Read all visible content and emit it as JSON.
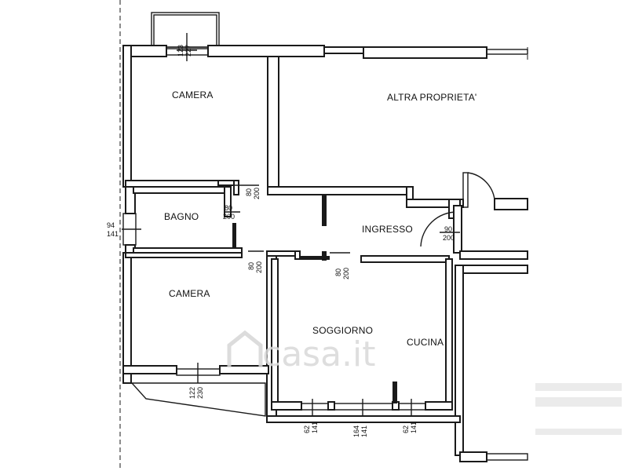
{
  "rooms": {
    "camera_top": "CAMERA",
    "altra_proprieta": "ALTRA PROPRIETA'",
    "bagno": "BAGNO",
    "ingresso": "INGRESSO",
    "camera_bottom": "CAMERA",
    "soggiorno": "SOGGIORNO",
    "cucina": "CUCINA"
  },
  "dimensions": {
    "top_window": [
      "123",
      "227"
    ],
    "camera_door": [
      "80",
      "200"
    ],
    "bagno_door": [
      "80",
      "200"
    ],
    "bagno_window": [
      "94",
      "141"
    ],
    "entry_door": [
      "90",
      "200"
    ],
    "camera_bottom_door": [
      "80",
      "200"
    ],
    "soggiorno_door": [
      "80",
      "200"
    ],
    "camera_bottom_window": [
      "122",
      "230"
    ],
    "soggiorno_window_left": [
      "62",
      "141"
    ],
    "soggiorno_window_mid": [
      "164",
      "141"
    ],
    "soggiorno_window_right": [
      "62",
      "141"
    ]
  },
  "watermark": "casa.it"
}
